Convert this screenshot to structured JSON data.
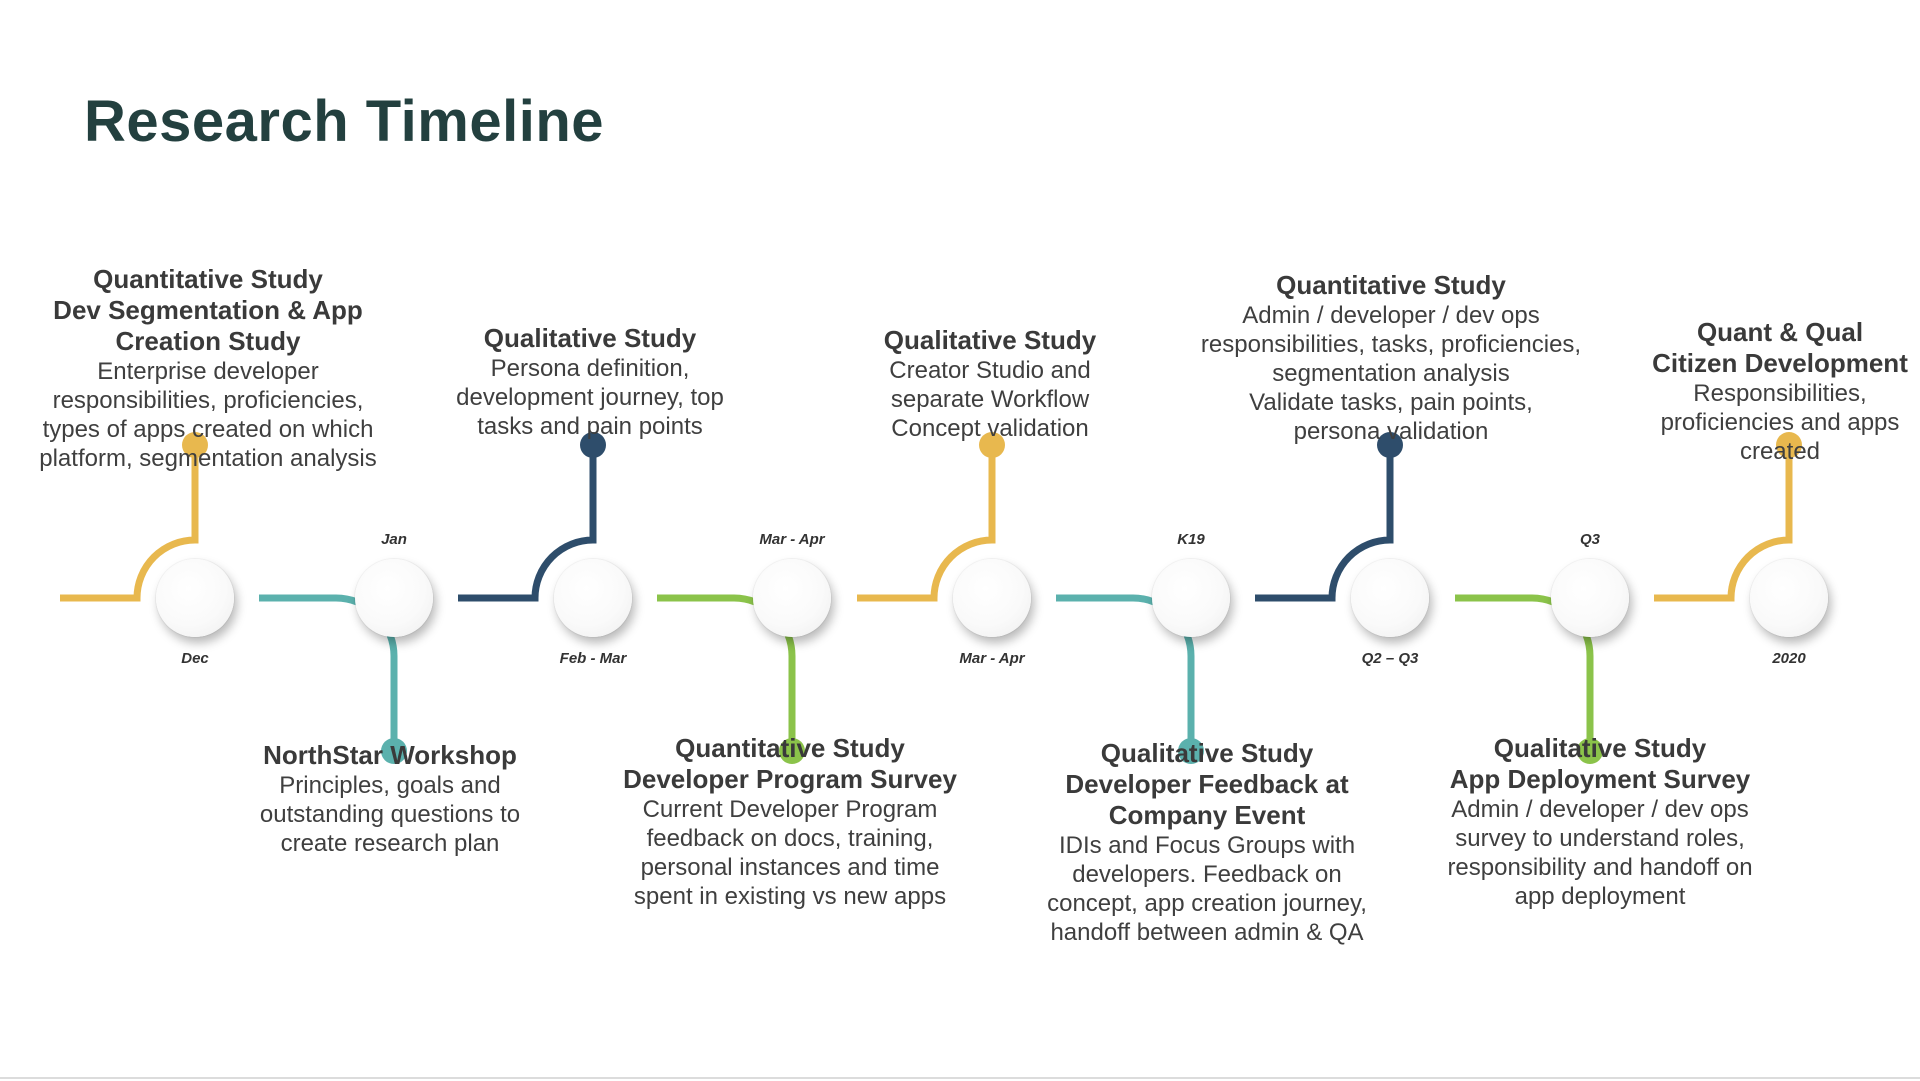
{
  "title": "Research Timeline",
  "colors": {
    "title": "#23403f",
    "yellow": "#e8b84e",
    "teal": "#5bb1ad",
    "navy": "#2e4d6b",
    "green": "#8bc34a"
  },
  "milestones": [
    {
      "date": "Dec",
      "color": "yellow",
      "position": "top",
      "title": "Quantitative Study\nDev Segmentation & App\nCreation Study",
      "description": "Enterprise developer\nresponsibilities, proficiencies,\ntypes of apps created on which\nplatform, segmentation analysis"
    },
    {
      "date": "Jan",
      "color": "teal",
      "position": "bottom",
      "title": "NorthStar Workshop",
      "description": "Principles, goals and\noutstanding questions to\ncreate research plan"
    },
    {
      "date": "Feb - Mar",
      "color": "navy",
      "position": "top",
      "title": "Qualitative Study",
      "description": "Persona definition,\ndevelopment journey, top\ntasks and pain points"
    },
    {
      "date": "Mar - Apr",
      "color": "green",
      "position": "bottom",
      "title": "Quantitative Study\nDeveloper Program Survey",
      "description": "Current Developer Program\nfeedback on docs, training,\npersonal instances and time\nspent in existing vs new apps"
    },
    {
      "date": "Mar - Apr",
      "color": "yellow",
      "position": "top",
      "title": "Qualitative Study",
      "description": "Creator Studio and\nseparate Workflow\nConcept validation"
    },
    {
      "date": "K19",
      "color": "teal",
      "position": "bottom",
      "title": "Qualitative Study\nDeveloper Feedback at\nCompany Event",
      "description": "IDIs and Focus Groups with\ndevelopers.  Feedback on\nconcept, app creation journey,\nhandoff between admin & QA"
    },
    {
      "date": "Q2 – Q3",
      "color": "navy",
      "position": "top",
      "title": "Quantitative Study",
      "description": "Admin / developer / dev ops\nresponsibilities, tasks, proficiencies,\nsegmentation analysis\nValidate tasks, pain points,\npersona validation"
    },
    {
      "date": "Q3",
      "color": "green",
      "position": "bottom",
      "title": "Qualitative Study\nApp Deployment Survey",
      "description": "Admin / developer / dev ops\nsurvey to understand roles,\nresponsibility and handoff on\napp deployment"
    },
    {
      "date": "2020",
      "color": "yellow",
      "position": "top",
      "title": "Quant & Qual\nCitizen Development",
      "description": "Responsibilities,\nproficiencies and apps\ncreated"
    }
  ]
}
